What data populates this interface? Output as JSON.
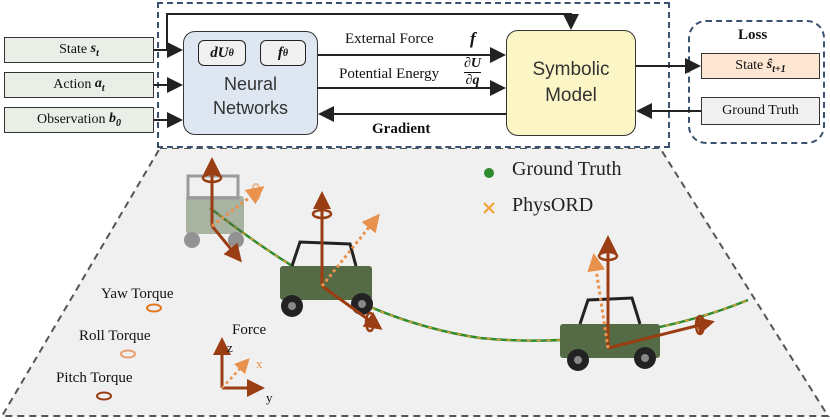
{
  "inputs": {
    "state": "State",
    "state_symbol": "s",
    "state_sub": "t",
    "action": "Action",
    "action_symbol": "a",
    "action_sub": "t",
    "observation": "Observation",
    "observation_symbol": "b",
    "observation_sub": "0"
  },
  "neural": {
    "chip_du_main": "dU",
    "chip_du_sub": "θ",
    "chip_f_main": "f",
    "chip_f_sub": "θ",
    "title_line1": "Neural",
    "title_line2": "Networks"
  },
  "symbolic": {
    "line1": "Symbolic",
    "line2": "Model"
  },
  "links": {
    "external_force": "External Force",
    "external_force_symbol": "f",
    "potential_energy": "Potential Energy",
    "frac_num": "∂U",
    "frac_den": "∂q",
    "gradient": "Gradient"
  },
  "loss": {
    "title": "Loss",
    "state_label": "State",
    "state_symbol": "ŝ",
    "state_sub": "t+1",
    "ground_truth": "Ground Truth"
  },
  "legend": {
    "ground_truth": "Ground Truth",
    "physord": "PhysORD"
  },
  "torques": {
    "yaw": "Yaw Torque",
    "roll": "Roll Torque",
    "pitch": "Pitch Torque",
    "force": "Force",
    "axis_z": "z",
    "axis_x": "x",
    "axis_y": "y"
  },
  "colors": {
    "input_fill": "#e9efe6",
    "nn_fill": "#dde6f1",
    "symbolic_fill": "#fcf6c6",
    "loss_state_fill": "#fde6d2",
    "loss_gt_fill": "#f0f0f0",
    "frame_blue": "#3a5170",
    "torque_brown": "#9a3d12",
    "torque_orange": "#e8924e",
    "ground_truth_green": "#2e8b2e",
    "physord_orange": "#f0a030",
    "plane_fill": "#f0f0f0"
  }
}
